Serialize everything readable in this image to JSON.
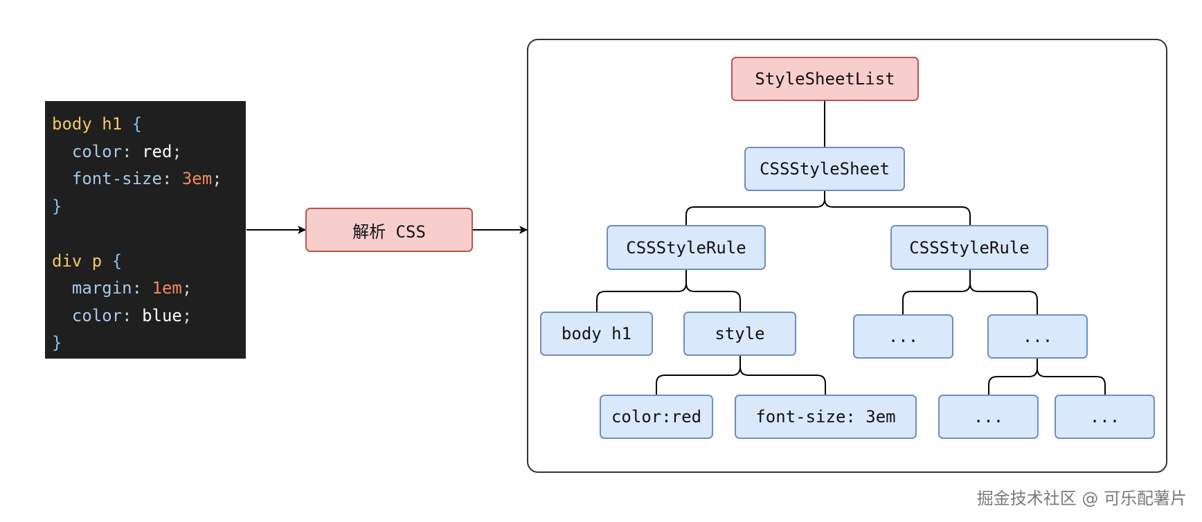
{
  "code": {
    "rule1": {
      "selector": "body h1",
      "open": "{",
      "decl1_prop": "color",
      "decl1_value": "red",
      "decl2_prop": "font-size",
      "decl2_value": "3em",
      "close": "}"
    },
    "rule2": {
      "selector": "div p",
      "open": "{",
      "decl1_prop": "margin",
      "decl1_value": "1em",
      "decl2_prop": "color",
      "decl2_value": "blue",
      "close": "}"
    },
    "colon": ":",
    "semicolon": ";"
  },
  "process": {
    "label": "解析 CSS"
  },
  "tree": {
    "root": "StyleSheetList",
    "sheet": "CSSStyleSheet",
    "rule_left": "CSSStyleRule",
    "rule_right": "CSSStyleRule",
    "selector": "body h1",
    "style": "style",
    "decl_color": "color:red",
    "decl_fontsize": "font-size: 3em",
    "ellipsis_1": "...",
    "ellipsis_2": "...",
    "ellipsis_3": "...",
    "ellipsis_4": "..."
  },
  "watermark": "掘金技术社区 @ 可乐配薯片",
  "colors": {
    "code_bg": "#1f1f1f",
    "red_fill": "#f8cecc",
    "red_stroke": "#b85450",
    "blue_fill": "#dae8fc",
    "blue_stroke": "#6c8ebf"
  }
}
